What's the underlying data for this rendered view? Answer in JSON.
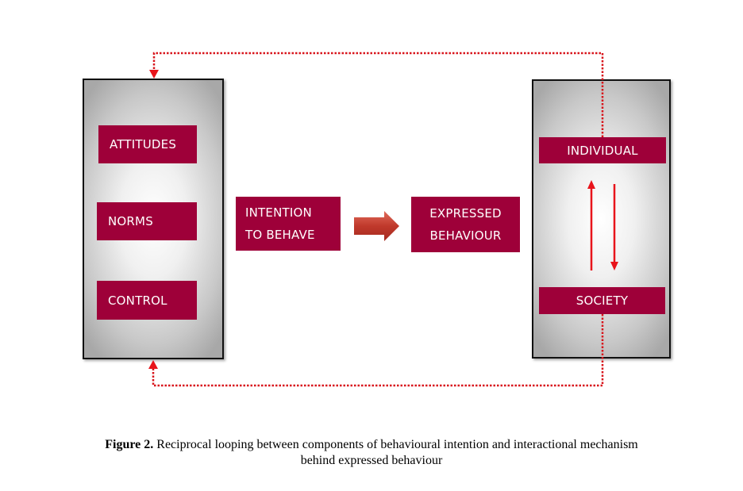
{
  "diagram": {
    "left_panel": {
      "name": "behavioural-intention-components",
      "items": [
        {
          "label": "ATTITUDES"
        },
        {
          "label": "NORMS"
        },
        {
          "label": "CONTROL"
        }
      ]
    },
    "intention_box": {
      "line1": "INTENTION",
      "line2": "TO BEHAVE"
    },
    "expressed_box": {
      "line1": "EXPRESSED",
      "line2": "BEHAVIOUR"
    },
    "right_panel": {
      "top_label": "INDIVIDUAL",
      "bottom_label": "SOCIETY"
    },
    "colors": {
      "box_fill": "#9e0039",
      "box_text": "#ffffff",
      "arrow_red": "#e8141b",
      "block_arrow": "#c0392b",
      "panel_border": "#111111"
    }
  },
  "caption": {
    "label": "Figure 2.",
    "text": " Reciprocal looping between components of behavioural intention and interactional mechanism",
    "line2": "behind expressed behaviour"
  }
}
